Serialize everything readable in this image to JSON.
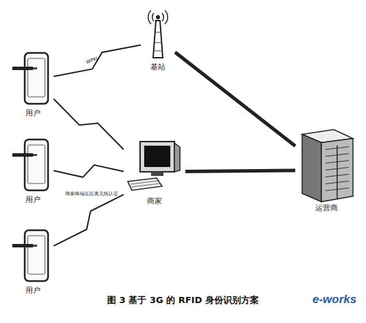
{
  "diagram": {
    "caption": "图 3 基于 3G 的 RFID 身份识别方案",
    "nodes": [
      {
        "text": [
          "用户"
        ]
      },
      {
        "text": [
          "用户"
        ]
      },
      {
        "text": [
          "用户"
        ]
      },
      {
        "text": [
          "基站"
        ]
      },
      {
        "text": [
          "商家"
        ]
      },
      {
        "text": [
          "运营商"
        ]
      }
    ],
    "edges": [
      {
        "from": 0,
        "to": 3,
        "label": "WPKI",
        "arrow": "none"
      },
      {
        "from": 0,
        "to": 4,
        "arrow": "none"
      },
      {
        "from": 1,
        "to": 4,
        "label": "商家终端近距离无线认证",
        "arrow": "none"
      },
      {
        "from": 2,
        "to": 4,
        "arrow": "none"
      },
      {
        "from": 3,
        "to": 5,
        "arrow": "none"
      },
      {
        "from": 4,
        "to": 5,
        "arrow": "none"
      }
    ],
    "labels": [
      "e-works"
    ]
  }
}
